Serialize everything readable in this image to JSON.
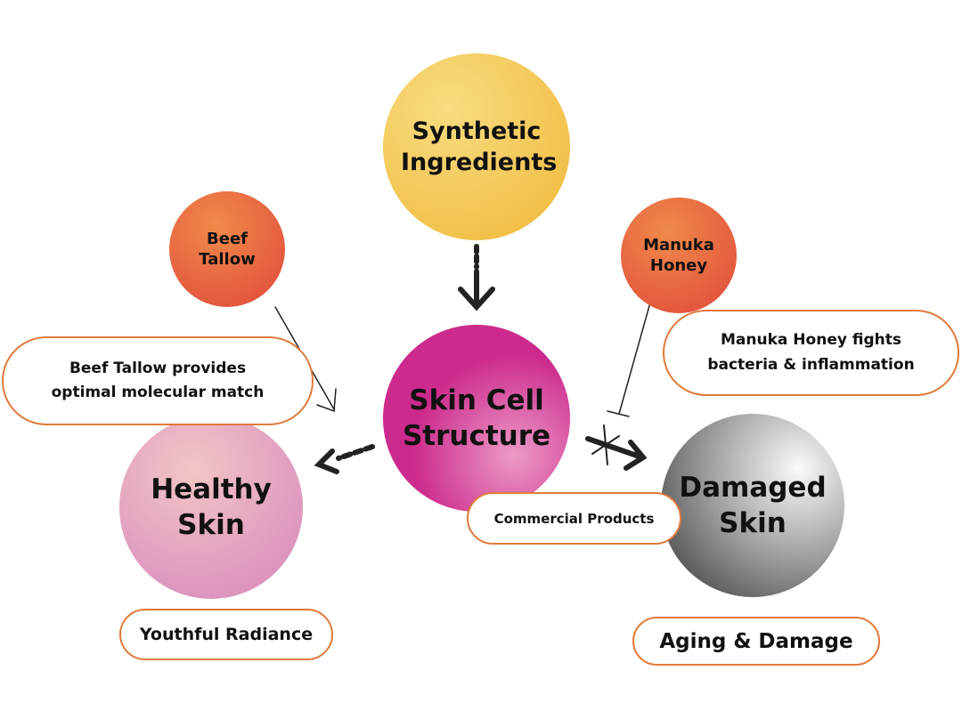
{
  "nodes": {
    "synthetic": "Synthetic Ingredients",
    "beef_tallow": "Beef Tallow",
    "manuka": "Manuka Honey",
    "skin_cell": "Skin Cell Structure",
    "healthy": "Healthy Skin",
    "damaged": "Damaged Skin"
  },
  "labels": {
    "beef_note": "Beef Tallow provides optimal molecular match",
    "manuka_note": "Manuka Honey fights bacteria & inflammation",
    "commercial": "Commercial Products",
    "youthful": "Youthful Radiance",
    "aging": "Aging & Damage"
  },
  "colors": {
    "pill_border": "#e07a3a",
    "skin_cell": "#cc2a8c",
    "synthetic": "#f2c040"
  }
}
